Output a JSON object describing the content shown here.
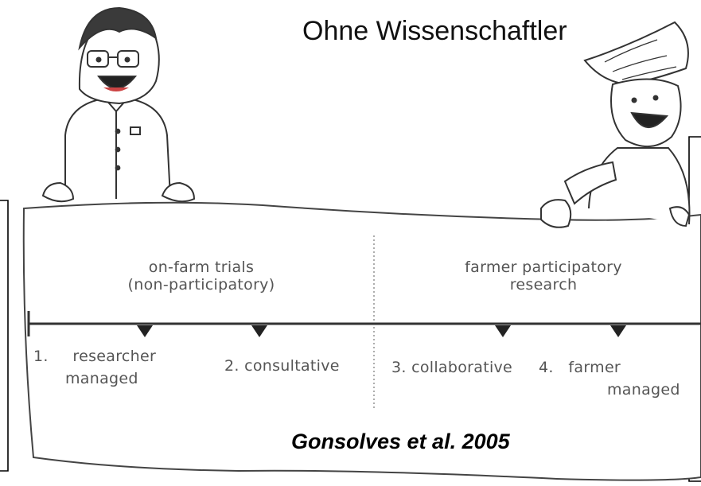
{
  "heading": "Ohne Wissenschaftler",
  "sections": {
    "left": [
      "on-farm trials",
      "(non-participatory)"
    ],
    "right": [
      "farmer participatory",
      "research"
    ]
  },
  "stages": [
    {
      "number": "1.",
      "label": "researcher",
      "label2": "managed"
    },
    {
      "number": "2.",
      "label": "consultative"
    },
    {
      "number": "3.",
      "label": "collaborative"
    },
    {
      "number": "4.",
      "label": "farmer",
      "label2": "managed"
    }
  ],
  "citation": "Gonsolves et al. 2005",
  "colors": {
    "line": "#333333",
    "text_gray": "#555555",
    "divider": "#8a8a8a"
  }
}
